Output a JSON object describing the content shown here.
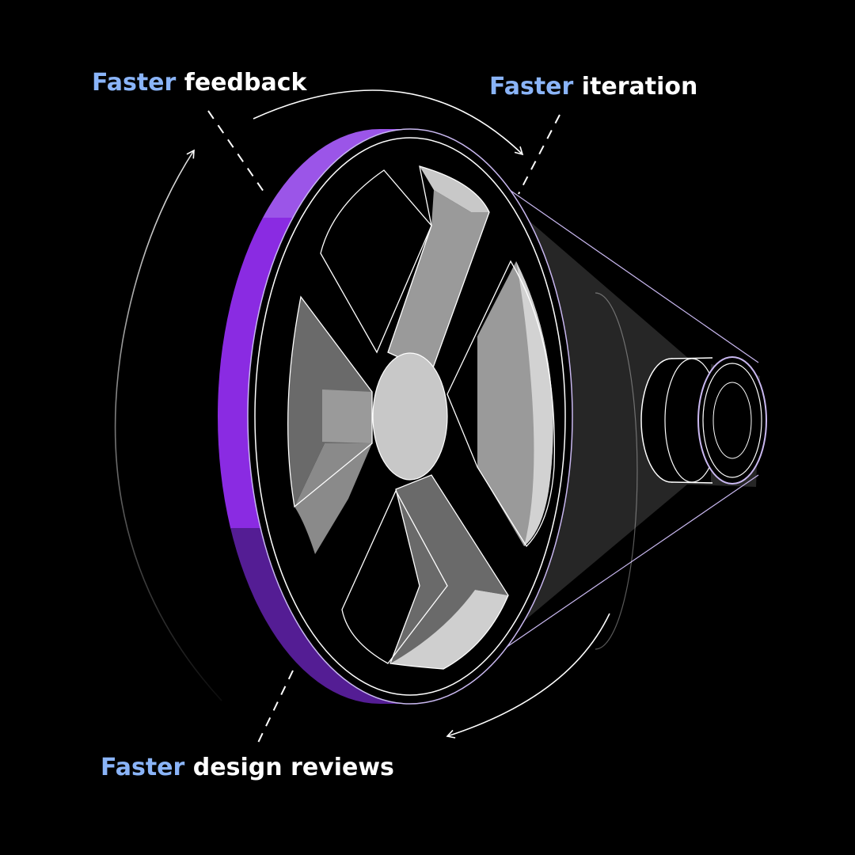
{
  "labels": {
    "feedback": {
      "accent": "Faster",
      "rest": "feedback"
    },
    "iteration": {
      "accent": "Faster",
      "rest": "iteration"
    },
    "reviews": {
      "accent": "Faster",
      "rest": "design reviews"
    }
  },
  "colors": {
    "background": "#000000",
    "accent_text": "#8ab4f8",
    "rim_light": "#9b55e8",
    "rim_main": "#8a2be2",
    "rim_dark": "#541d94",
    "spoke_light": "#c8c8c8",
    "spoke_mid": "#9a9a9a",
    "spoke_dark": "#6a6a6a",
    "belt": "#262626",
    "belt_edge": "#c9b8f0"
  }
}
